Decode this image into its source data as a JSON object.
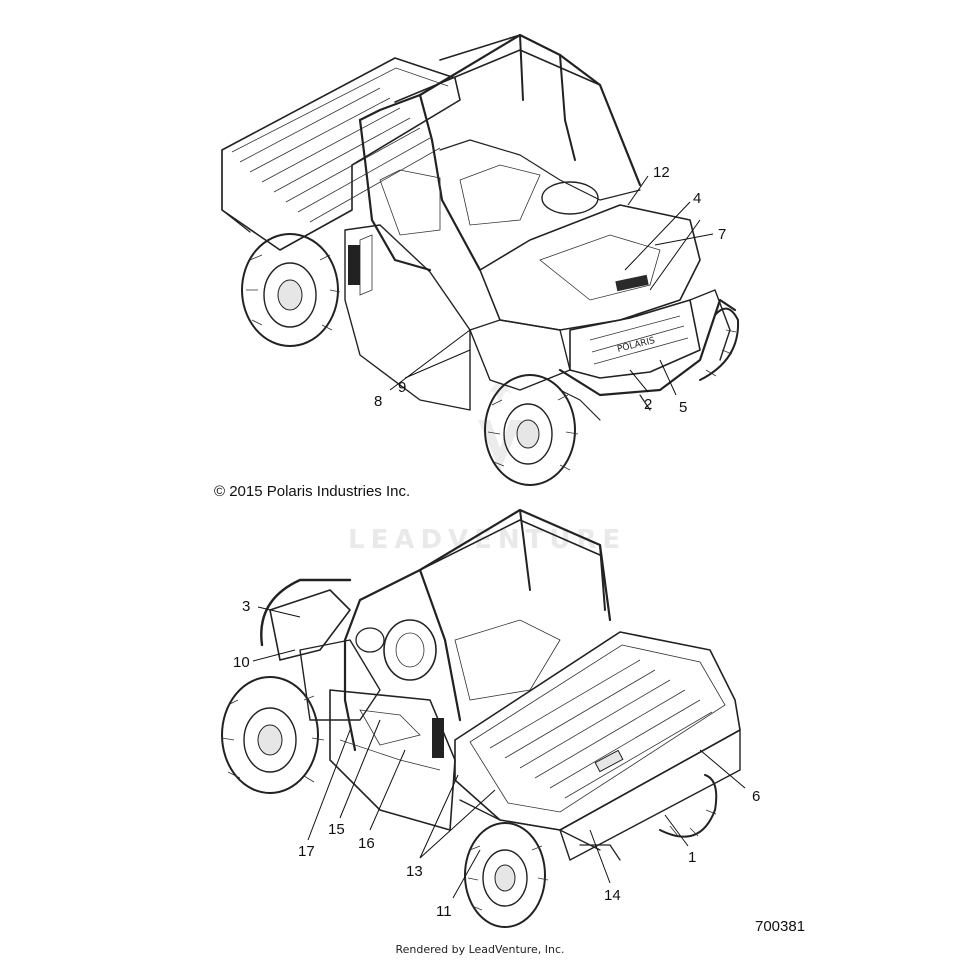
{
  "copyright": "© 2015 Polaris Industries Inc.",
  "part_number": "700381",
  "rendered_by": "Rendered by LeadVenture, Inc.",
  "watermark_text": "LEADVENTURE",
  "colors": {
    "ink": "#222222",
    "watermark": "#e9e9e9",
    "background": "#ffffff"
  },
  "callouts_top": [
    "12",
    "4",
    "7",
    "8",
    "9",
    "2",
    "5"
  ],
  "callouts_bottom": [
    "3",
    "10",
    "17",
    "15",
    "16",
    "13",
    "11",
    "14",
    "1",
    "6"
  ]
}
